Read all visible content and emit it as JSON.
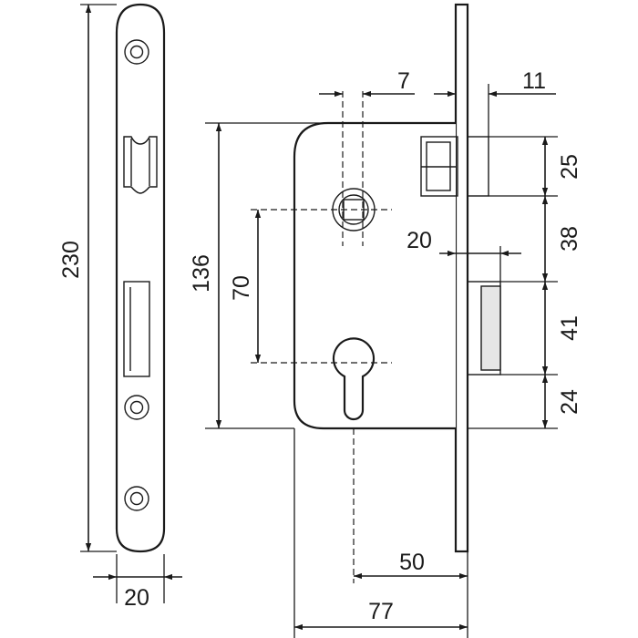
{
  "dimensions": {
    "faceplate_length": "230",
    "faceplate_width": "20",
    "case_height": "136",
    "handle_to_cylinder": "70",
    "handle_offset": "7",
    "forend_thickness": "11",
    "latch_height": "25",
    "latch_to_bolt": "38",
    "bolt_height": "41",
    "bolt_to_bottom": "24",
    "bolt_throw": "20",
    "backset": "50",
    "case_depth": "77"
  }
}
